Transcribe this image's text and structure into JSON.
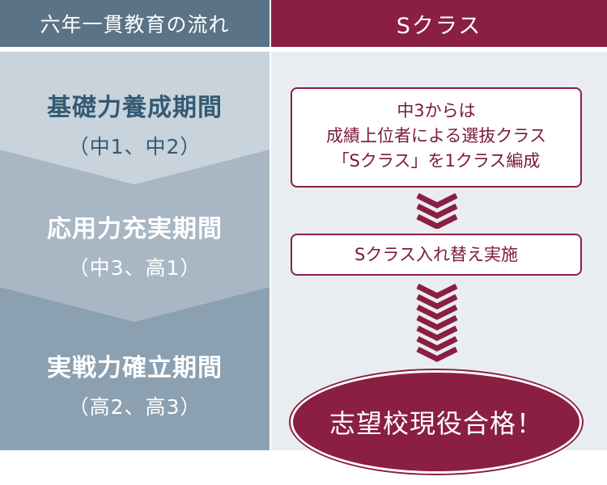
{
  "header": {
    "left": "六年一貫教育の流れ",
    "right": "Sクラス"
  },
  "stages": [
    {
      "title": "基礎力養成期間",
      "sub": "（中1、中2）"
    },
    {
      "title": "応用力充実期間",
      "sub": "（中3、高1）"
    },
    {
      "title": "実戦力確立期間",
      "sub": "（高2、高3）"
    }
  ],
  "boxes": {
    "box1_lines": [
      "中3からは",
      "成績上位者による選抜クラス",
      "「Sクラス」を1クラス編成"
    ],
    "box2": "Sクラス入れ替え実施"
  },
  "goal": "志望校現役合格！",
  "colors": {
    "header_left": "#5a7386",
    "header_right": "#8a1f42",
    "stage_1": "#c8d3dc",
    "stage_2": "#a8b7c3",
    "stage_3": "#8ba0b0",
    "accent": "#8a1f42"
  }
}
